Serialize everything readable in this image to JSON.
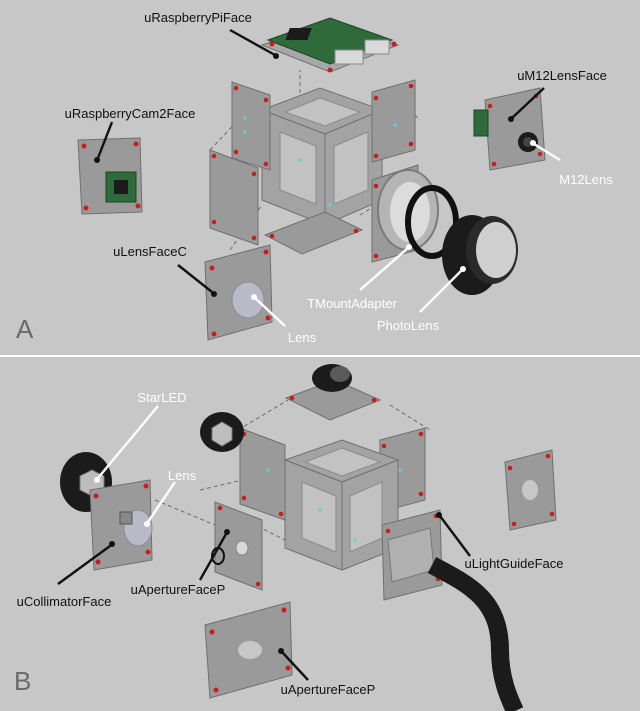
{
  "panel_a": {
    "letter": "A",
    "labels": {
      "raspberry_pi_face": "uRaspberryPiFace",
      "raspberry_cam2_face": "uRaspberryCam2Face",
      "m12_lens_face": "uM12LensFace",
      "m12_lens": "M12Lens",
      "lens_face_c": "uLensFaceC",
      "tmount_adapter": "TMountAdapter",
      "photo_lens": "PhotoLens",
      "lens": "Lens"
    }
  },
  "panel_b": {
    "letter": "B",
    "labels": {
      "star_led": "StarLED",
      "lens": "Lens",
      "aperture_face_p_left": "uApertureFaceP",
      "light_guide_face": "uLightGuideFace",
      "collimator_face": "uCollimatorFace",
      "aperture_face_p_bottom": "uApertureFaceP"
    }
  },
  "colors": {
    "background": "#c7c7c7",
    "face_grey": "#9a9a9a",
    "screw_red": "#cc1d1d",
    "pcb_green": "#2f6a3a",
    "accent_cyan": "#5fd3d3"
  }
}
